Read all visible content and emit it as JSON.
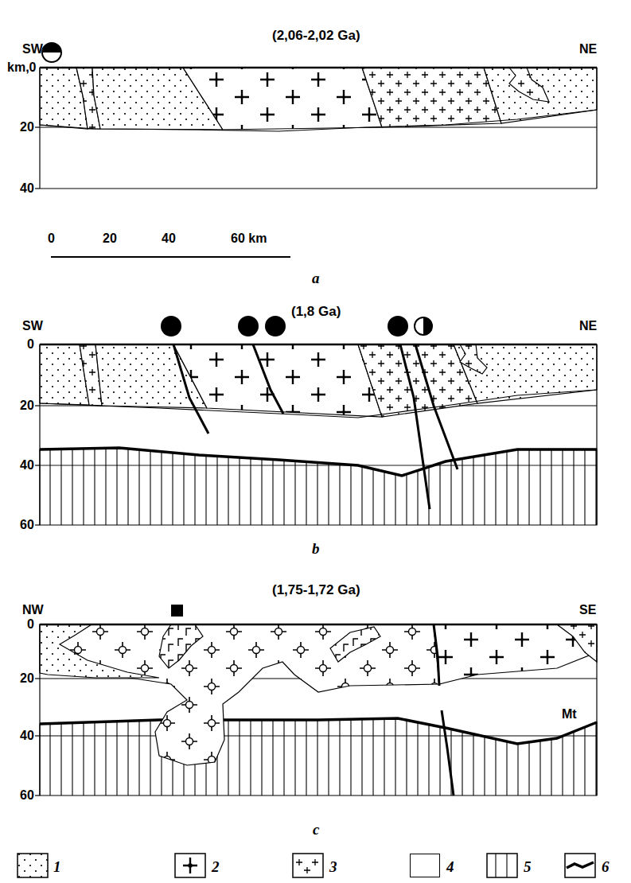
{
  "diagram": {
    "labels": [
      "(2,06-2,02 Ga)",
      "SW",
      "NE",
      "km,0",
      "20",
      "40",
      "0",
      "20",
      "40",
      "60 km",
      "a",
      "(1,8 Ga)",
      "SW",
      "NE",
      "0",
      "20",
      "40",
      "60",
      "b",
      "(1,75-1,72 Ga)",
      "NW",
      "SE",
      "0",
      "20",
      "40",
      "60",
      "Mt",
      "c"
    ],
    "legend": [
      {
        "text": "1"
      },
      {
        "text": "2"
      },
      {
        "text": "3"
      },
      {
        "text": "4",
        "color": "#ffffff"
      },
      {
        "text": "5"
      },
      {
        "text": "6"
      }
    ]
  }
}
